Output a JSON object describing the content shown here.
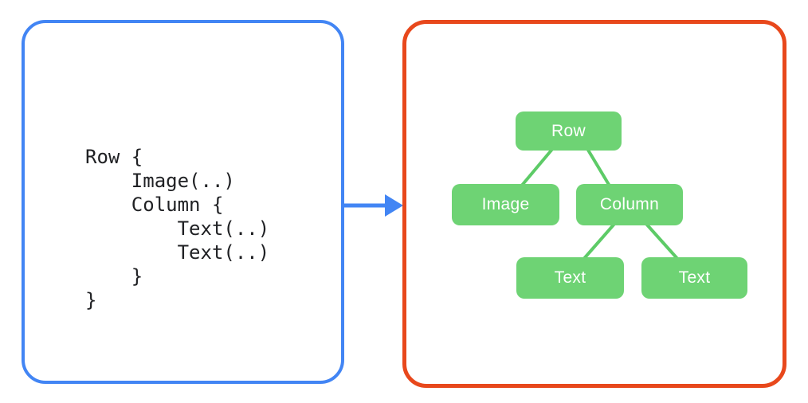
{
  "code_panel": {
    "lines": [
      "Row {",
      "    Image(..)",
      "    Column {",
      "        Text(..)",
      "        Text(..)",
      "    }",
      "}"
    ]
  },
  "tree_panel": {
    "nodes": [
      {
        "id": "row",
        "label": "Row"
      },
      {
        "id": "image",
        "label": "Image"
      },
      {
        "id": "column",
        "label": "Column"
      },
      {
        "id": "text-1",
        "label": "Text"
      },
      {
        "id": "text-2",
        "label": "Text"
      }
    ],
    "edges": [
      {
        "from": "row",
        "to": "image"
      },
      {
        "from": "row",
        "to": "column"
      },
      {
        "from": "column",
        "to": "text-1"
      },
      {
        "from": "column",
        "to": "text-2"
      }
    ]
  },
  "colors": {
    "code_panel_border": "#4285F4",
    "tree_panel_border": "#E8481C",
    "node_fill": "#6ED374",
    "edge_stroke": "#5DCB67",
    "arrow": "#4285F4",
    "code_text": "#202124",
    "node_text": "#FFFFFF"
  }
}
